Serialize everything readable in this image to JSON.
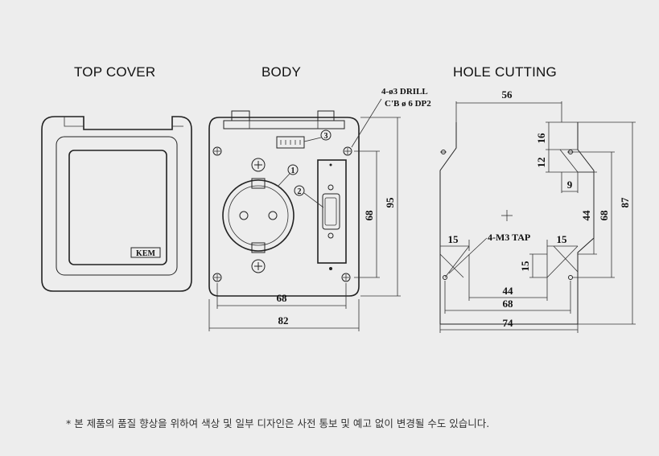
{
  "titles": {
    "top_cover": "TOP COVER",
    "body": "BODY",
    "hole_cutting": "HOLE CUTTING"
  },
  "top_cover": {
    "logo_text": "KEM"
  },
  "body": {
    "callouts": {
      "one": "1",
      "two": "2",
      "three": "3"
    },
    "drill_note_line1": "4-ø3 DRILL",
    "drill_note_line2": "C'B ø 6 DP2",
    "dims": {
      "inner_width": "68",
      "outer_width": "82",
      "inner_height": "68",
      "outer_height": "95"
    }
  },
  "hole_cutting": {
    "dims": {
      "top_width": "56",
      "d16": "16",
      "d12": "12",
      "d9": "9",
      "d44_v": "44",
      "d68_v": "68",
      "d87": "87",
      "d15_left": "15",
      "d15_right": "15",
      "d15_v": "15",
      "d44_h": "44",
      "d68_h": "68",
      "d74": "74"
    },
    "tap_note": "4-M3 TAP"
  },
  "footnote": "* 본 제품의 품질 향상을 위하여 색상 및 일부 디자인은 사전 통보 및 예고 없이 변경될 수도 있습니다."
}
